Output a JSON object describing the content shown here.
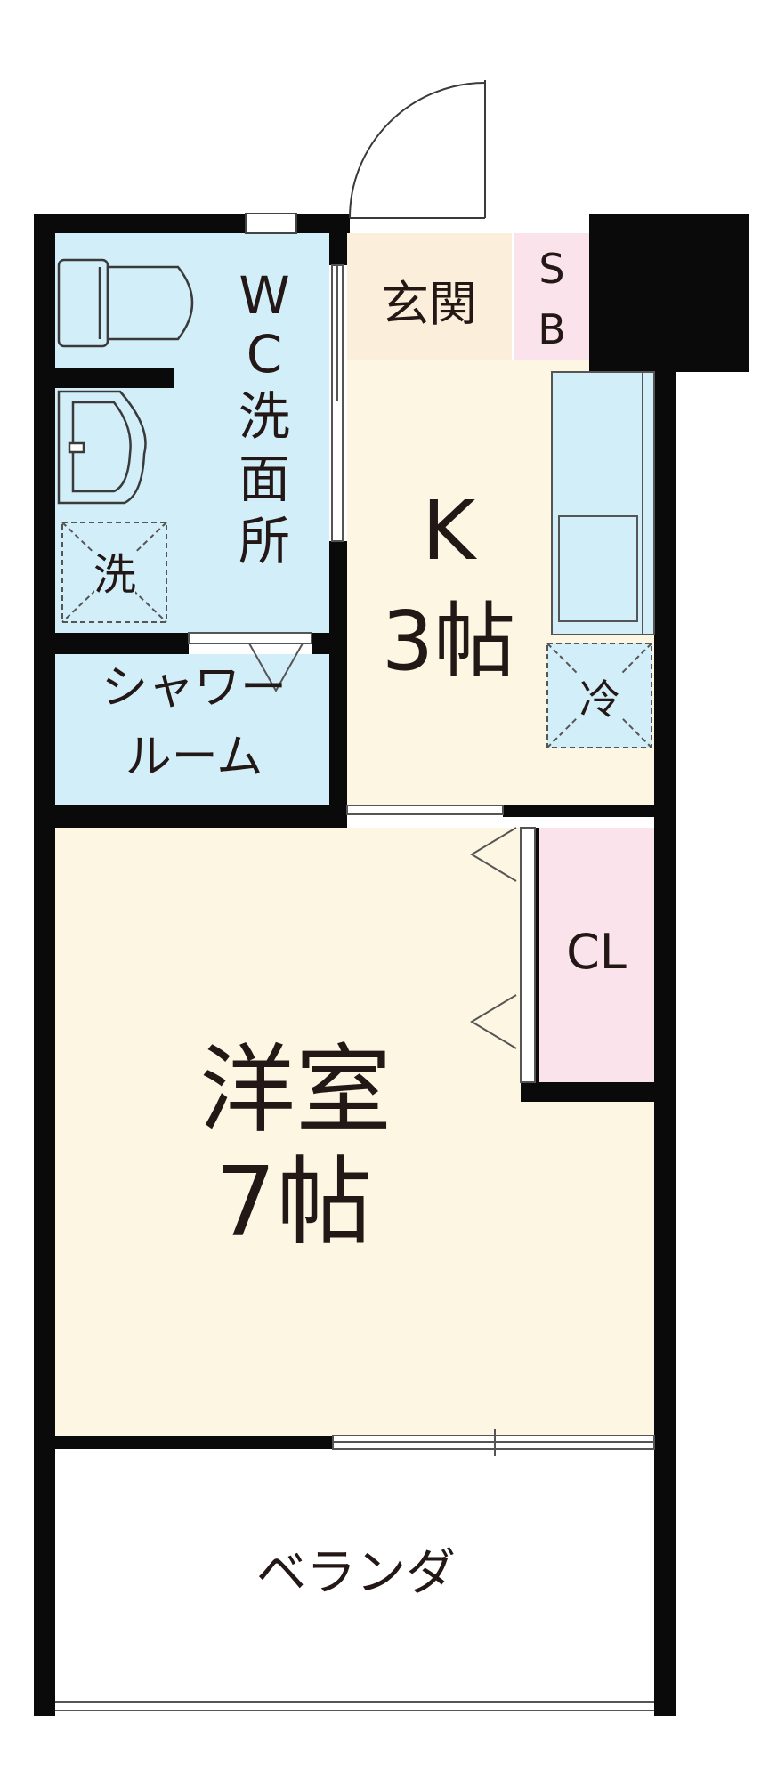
{
  "rooms": {
    "wc": {
      "label_lines": [
        "W",
        "C",
        "洗",
        "面",
        "所"
      ],
      "fill": "#d2eef8"
    },
    "washer": {
      "label": "洗"
    },
    "shower": {
      "label_lines": [
        "シャワー",
        "ルーム"
      ],
      "fill": "#d2eef8"
    },
    "entrance": {
      "label": "玄関",
      "fill": "#fbefdc"
    },
    "shoebox": {
      "label_lines": [
        "S",
        "B"
      ],
      "fill": "#fbe3ec"
    },
    "kitchen": {
      "label_lines": [
        "K",
        "3帖"
      ],
      "fill": "#fdf6e3"
    },
    "fridge": {
      "label": "冷"
    },
    "closet": {
      "label": "CL",
      "fill": "#fbe3ec"
    },
    "western": {
      "label_lines": [
        "洋室",
        "7帖"
      ],
      "fill": "#fdf6e3"
    },
    "balcony": {
      "label": "ベランダ"
    }
  },
  "colors": {
    "wall": "#0a0a0a",
    "outline": "#444444",
    "fixture_stroke": "#3a3a3a"
  }
}
